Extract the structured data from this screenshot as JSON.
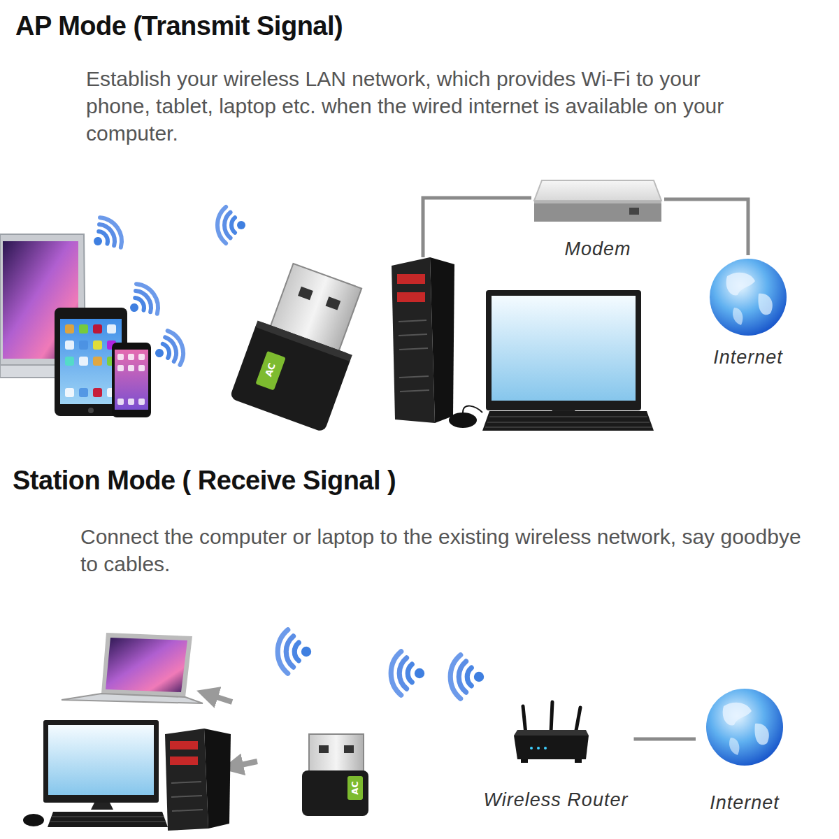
{
  "diagram": {
    "nodes": [
      {
        "text": [
          "Modem"
        ]
      },
      {
        "text": [
          "Internet"
        ]
      },
      {
        "text": [
          "Wireless Router"
        ]
      },
      {
        "text": [
          "Internet"
        ]
      }
    ],
    "edges": [
      {
        "from": 0,
        "to": 1,
        "arrow": "none"
      },
      {
        "from": 2,
        "to": 3,
        "arrow": "none"
      }
    ],
    "labels": [
      "AP Mode (Transmit Signal)",
      "Establish your wireless LAN network, which provides Wi-Fi to your phone, tablet, laptop etc. when the wired internet is available on your computer.",
      "Station Mode ( Receive Signal )",
      "Connect the computer or laptop to the existing wireless network, say goodbye to cables.",
      "AC",
      "AC"
    ]
  }
}
